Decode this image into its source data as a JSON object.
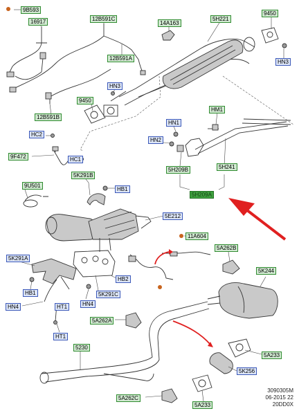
{
  "labels": {
    "l_9B593": "9B593",
    "l_16917": "16917",
    "l_12B591C": "12B591C",
    "l_14A163": "14A163",
    "l_5H221": "5H221",
    "l_9450_top": "9450",
    "l_HN3_top": "HN3",
    "l_12B591A": "12B591A",
    "l_HN3_mid": "HN3",
    "l_9450_mid": "9450",
    "l_12B591B": "12B591B",
    "l_HM1": "HM1",
    "l_HN1": "HN1",
    "l_HC2": "HC2",
    "l_HN2": "HN2",
    "l_9F472": "9F472",
    "l_HC1": "HC1",
    "l_5K291B": "5K291B",
    "l_5H209B": "5H209B",
    "l_5H241": "5H241",
    "l_9U501": "9U501",
    "l_HB1_mid": "HB1",
    "l_5H209A": "5H209A",
    "l_5E212": "5E212",
    "l_11A604": "11A604",
    "l_5K291A": "5K291A",
    "l_5A262B": "5A262B",
    "l_HB1_left": "HB1",
    "l_HB2": "HB2",
    "l_5K244": "5K244",
    "l_5K291C": "5K291C",
    "l_HN4_left": "HN4",
    "l_HT1_a": "HT1",
    "l_HN4_mid": "HN4",
    "l_5A262A": "5A262A",
    "l_HT1_b": "HT1",
    "l_5230": "5230",
    "l_5A233_right": "5A233",
    "l_K256": "5K256",
    "l_5A262C": "5A262C",
    "l_5A233_bottom": "5A233"
  },
  "meta": {
    "line1": "3090305M",
    "line2": "06-2015 22",
    "line3": "20DD0X"
  },
  "colors": {
    "label_green_bg": "#d2ead2",
    "label_green_border": "#2e8a2e",
    "label_blue_bg": "#dde6f8",
    "label_blue_border": "#3a57b8",
    "highlight_green": "#3fa13f",
    "arrow_red": "#e02020",
    "dot_orange": "#c8641e"
  }
}
